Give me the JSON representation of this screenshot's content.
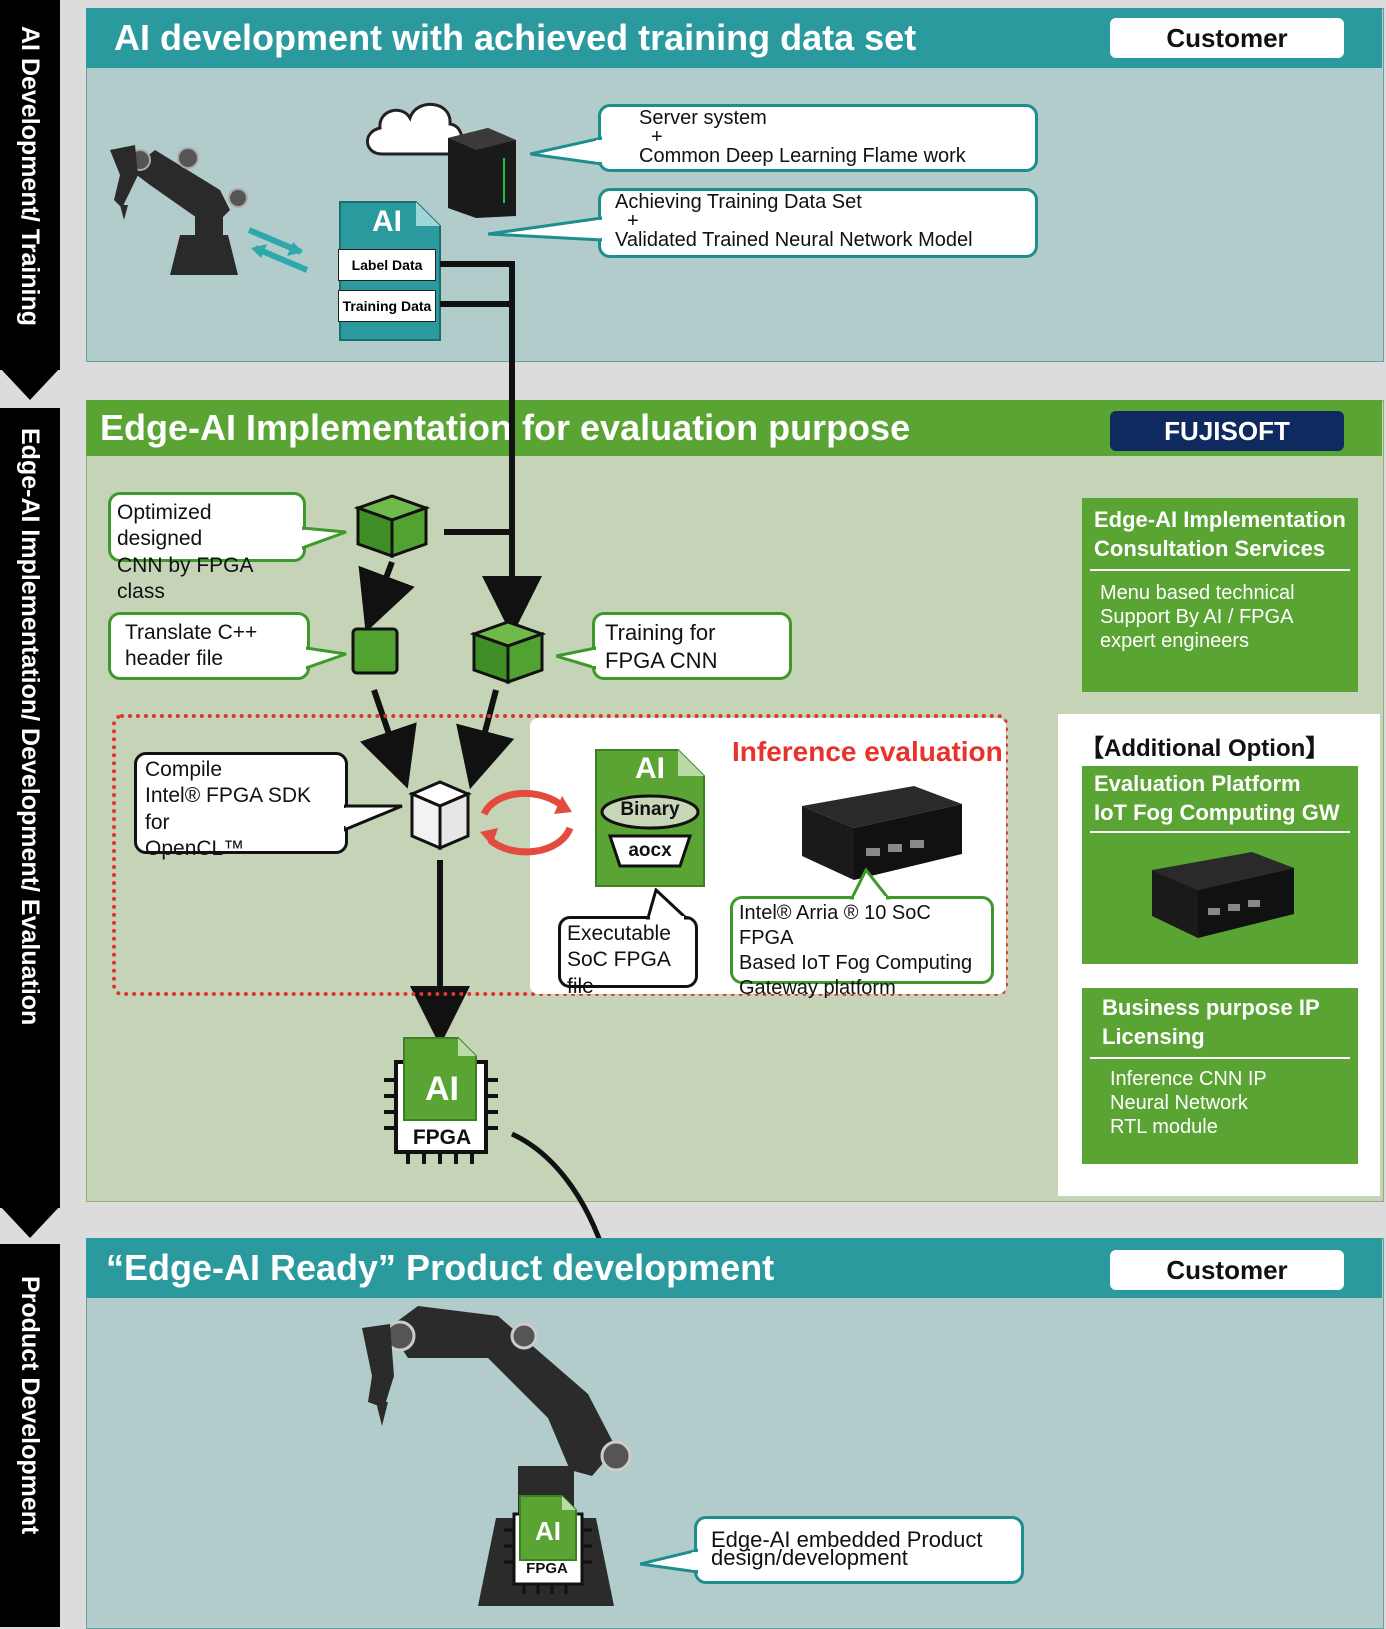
{
  "phases": {
    "training": "AI Development/ Training",
    "implementation": "Edge-AI Implementation/ Development/ Evaluation",
    "product": "Product Development"
  },
  "section1": {
    "title": "AI development with achieved training data set",
    "badge": "Customer",
    "callout_server": [
      "Server system",
      "+",
      "Common Deep Learning Flame work"
    ],
    "callout_dataset": [
      "Achieving Training Data Set",
      "+",
      "Validated Trained Neural Network Model"
    ],
    "doc_icon_label": "AI",
    "doc_label_data": "Label Data",
    "doc_training_data": "Training Data"
  },
  "section2": {
    "title": "Edge-AI Implementation for evaluation purpose",
    "badge": "FUJISOFT",
    "callout_cnn": [
      "Optimized designed",
      "CNN by FPGA class"
    ],
    "callout_translate": [
      "Translate C++",
      "header file"
    ],
    "callout_training": [
      "Training for",
      "FPGA CNN"
    ],
    "callout_compile": [
      "Compile",
      "Intel® FPGA SDK for",
      "OpenCL™"
    ],
    "inference_title": "Inference evaluation",
    "binary_icon_ai": "AI",
    "binary_label": "Binary",
    "aocx_label": "aocx",
    "callout_executable": [
      "Executable",
      "SoC FPGA file"
    ],
    "callout_platform": [
      "Intel® Arria ® 10 SoC FPGA",
      "Based IoT Fog Computing",
      "Gateway platform"
    ],
    "chip_ai": "AI",
    "chip_fpga": "FPGA"
  },
  "sidebar": {
    "consult_title": [
      "Edge-AI Implementation",
      "Consultation Services"
    ],
    "consult_body": [
      "Menu based technical",
      "Support By AI / FPGA",
      "expert engineers"
    ],
    "additional_option": "【Additional Option】",
    "eval_title": [
      "Evaluation Platform",
      "IoT Fog Computing GW"
    ],
    "licensing_title": [
      "Business purpose IP",
      "Licensing"
    ],
    "licensing_body": [
      "Inference CNN IP",
      "Neural Network",
      "RTL module"
    ]
  },
  "section3": {
    "title": "“Edge-AI Ready” Product development",
    "badge": "Customer",
    "callout_product": [
      "Edge-AI embedded Product",
      "design/development"
    ],
    "chip_ai": "AI",
    "chip_fpga": "FPGA"
  },
  "colors": {
    "teal_header": "#2a9a9e",
    "teal_bg": "#b1cccb",
    "green_header": "#5aa434",
    "green_bg": "#c5d4b6",
    "fujisoft_badge": "#0f2a5e",
    "inference_red": "#e8322b"
  }
}
